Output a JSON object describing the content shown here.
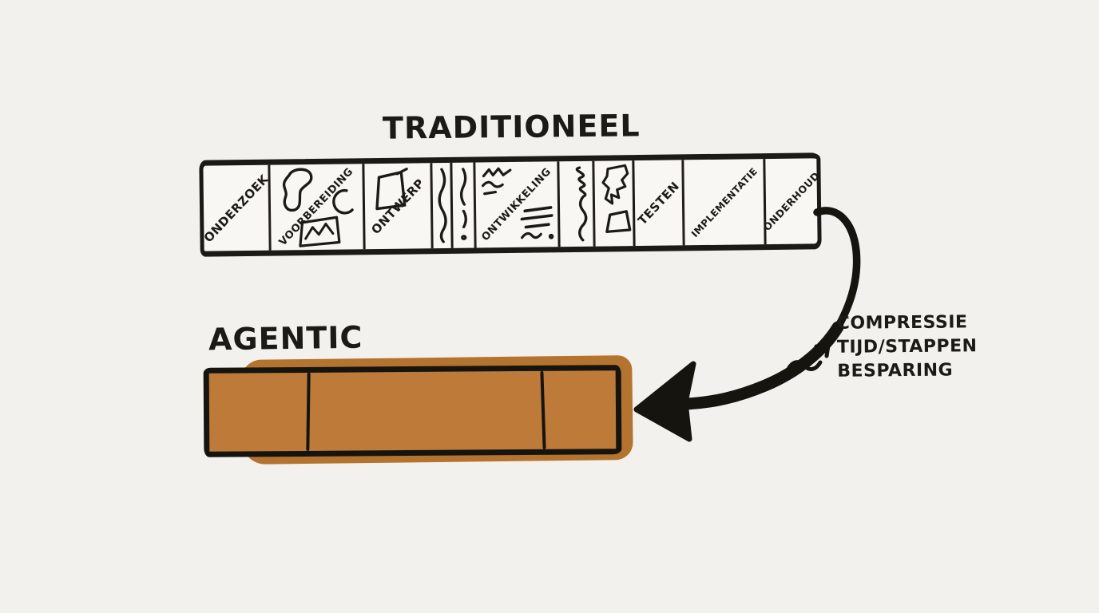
{
  "colors": {
    "background": "#f2f1ed",
    "ink": "#1b1a17",
    "agentic_fill": "#bd7a39",
    "agentic_overshoot": "#b4732f"
  },
  "traditional": {
    "title": "TRADITIONEEL",
    "segments": [
      {
        "label": "ONDERZOEK",
        "doodle": "none"
      },
      {
        "label": "VOORBEREIDING",
        "doodle": "blob-circle-framed-mountains"
      },
      {
        "label": "ONTWERP",
        "doodle": "open-rectangle"
      },
      {
        "label": "",
        "doodle": "vertical-squiggle"
      },
      {
        "label": "",
        "doodle": "broken-vertical-squiggle"
      },
      {
        "label": "ONTWIKKELING",
        "doodle": "scribbles-and-lines"
      },
      {
        "label": "",
        "doodle": "zigzag-squiggle"
      },
      {
        "label": "",
        "doodle": "torn-shape-and-square"
      },
      {
        "label": "TESTEN",
        "doodle": "none"
      },
      {
        "label": "IMPLEMENTATIE",
        "doodle": "none"
      },
      {
        "label": "ONDERHOUD",
        "doodle": "none"
      }
    ]
  },
  "agentic": {
    "title": "AGENTIC",
    "segment_count": 3
  },
  "annotation": {
    "lines": [
      "COMPRESSIE",
      "TIJD/STAPPEN",
      "BESPARING"
    ]
  }
}
